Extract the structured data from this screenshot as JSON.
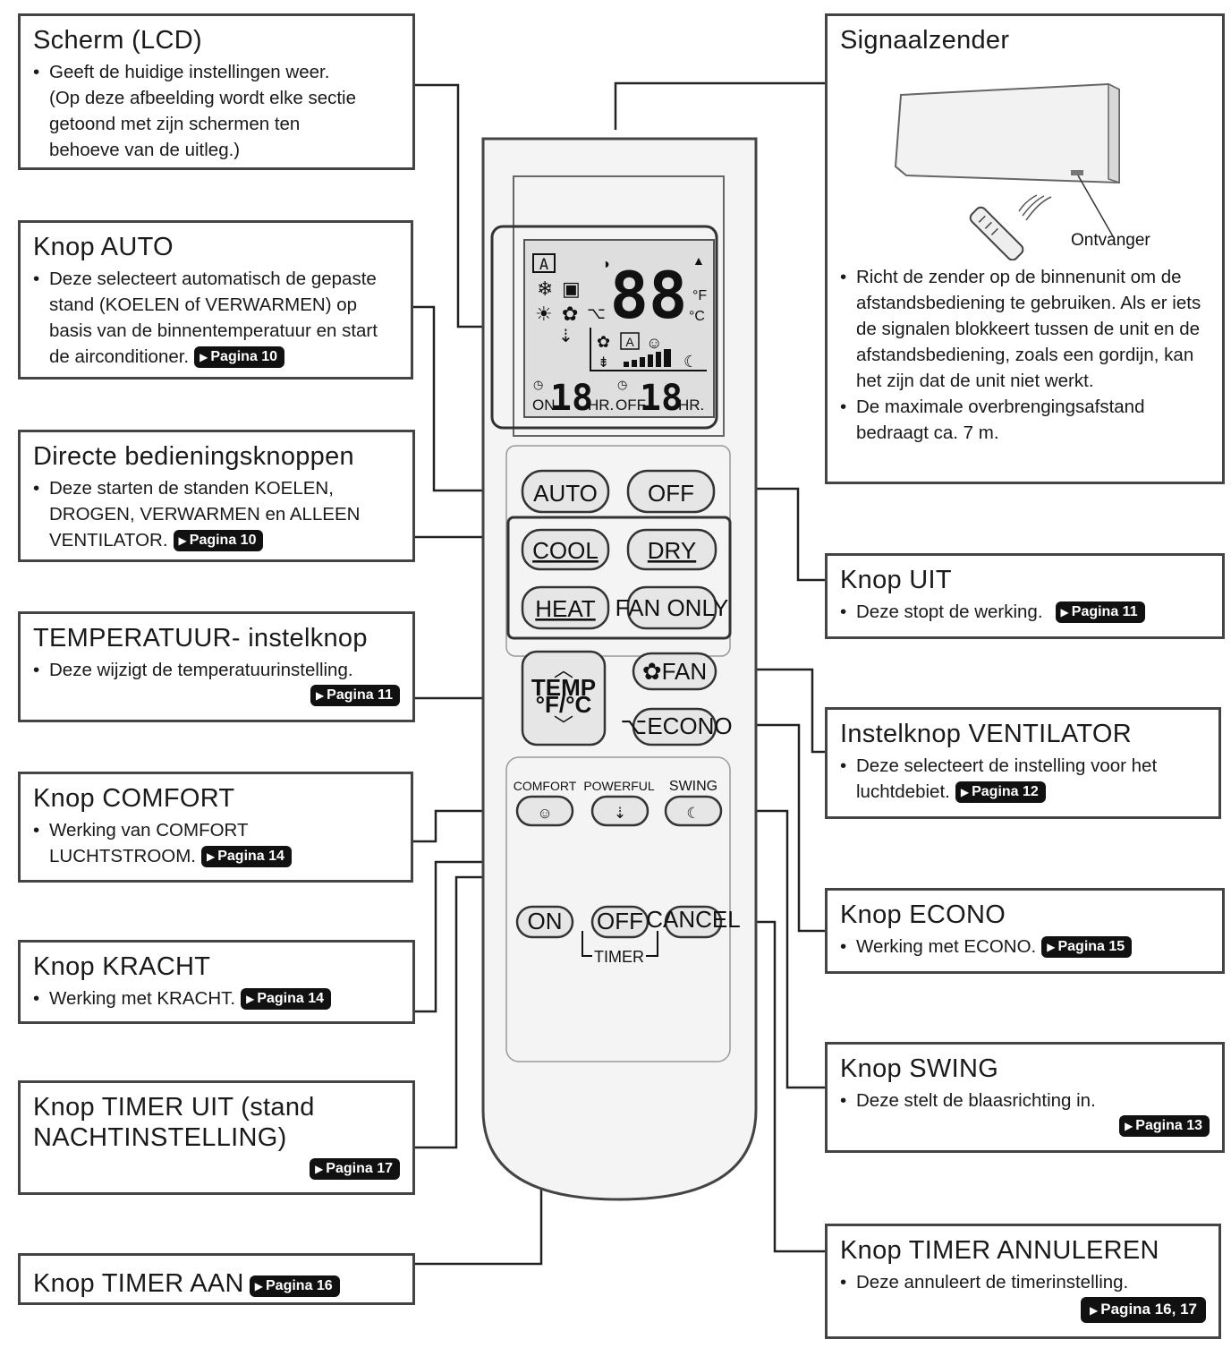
{
  "boxes": {
    "lcd": {
      "title": "Scherm (LCD)",
      "lines": [
        "Geeft de huidige instellingen weer.",
        "(Op deze afbeelding wordt elke sectie",
        "getoond met zijn schermen ten",
        "behoeve van de uitleg.)"
      ]
    },
    "auto": {
      "title": "Knop AUTO",
      "text": "Deze selecteert automatisch de gepaste stand (KOELEN of VERWARMEN) op basis van de binnentemperatuur en start de airconditioner.",
      "page": "Pagina 10"
    },
    "direct": {
      "title": "Directe bedieningsknoppen",
      "text": "Deze starten de standen KOELEN, DROGEN, VERWARMEN en ALLEEN VENTILATOR.",
      "page": "Pagina 10"
    },
    "temp": {
      "title": "TEMPERATUUR- instelknop",
      "text": "Deze wijzigt de temperatuurinstelling.",
      "page": "Pagina 11"
    },
    "comfort": {
      "title": "Knop COMFORT",
      "text": "Werking van COMFORT LUCHTSTROOM.",
      "page": "Pagina 14"
    },
    "kracht": {
      "title": "Knop KRACHT",
      "text": "Werking met KRACHT.",
      "page": "Pagina 14"
    },
    "timeroff": {
      "title": "Knop TIMER UIT (stand NACHTINSTELLING)",
      "page": "Pagina 17"
    },
    "timeron": {
      "title": "Knop TIMER AAN",
      "page": "Pagina 16"
    },
    "signal": {
      "title": "Signaalzender",
      "receiver": "Ontvanger",
      "bullet1": "Richt de zender op de binnenunit om de afstandsbediening te gebruiken. Als er iets de signalen blokkeert tussen de unit en de afstandsbediening, zoals een gordijn, kan het zijn dat de unit niet werkt.",
      "bullet2": "De maximale overbrengingsafstand bedraagt ca. 7 m."
    },
    "uit": {
      "title": "Knop UIT",
      "text": "Deze stopt de werking.",
      "page": "Pagina 11"
    },
    "fan": {
      "title": "Instelknop VENTILATOR",
      "text": "Deze selecteert de instelling voor het luchtdebiet.",
      "page": "Pagina 12"
    },
    "econo": {
      "title": "Knop ECONO",
      "text": "Werking met ECONO.",
      "page": "Pagina 15"
    },
    "swing": {
      "title": "Knop SWING",
      "text": "Deze stelt de blaasrichting in.",
      "page": "Pagina 13"
    },
    "cancel": {
      "title": "Knop TIMER ANNULEREN",
      "text": "Deze annuleert de timerinstelling.",
      "page": "Pagina 16, 17"
    }
  },
  "remote": {
    "buttons": {
      "auto": "AUTO",
      "off": "OFF",
      "cool": "COOL",
      "dry": "DRY",
      "heat": "HEAT",
      "fan_only": "FAN ONLY",
      "temp": "TEMP",
      "temp_unit": "°F/°C",
      "fan": "FAN",
      "econo": "ECONO",
      "comfort": "COMFORT",
      "powerful": "POWERFUL",
      "swing": "SWING",
      "on": "ON",
      "timer_off": "OFF",
      "cancel": "CANCEL",
      "timer": "TIMER"
    },
    "lcd": {
      "big": "88",
      "deg_f": "°F",
      "deg_c": "°C",
      "on": "ON",
      "off": "OFF",
      "num1": "18",
      "num2": "18",
      "hr": "HR.",
      "auto_icon": "A"
    }
  }
}
